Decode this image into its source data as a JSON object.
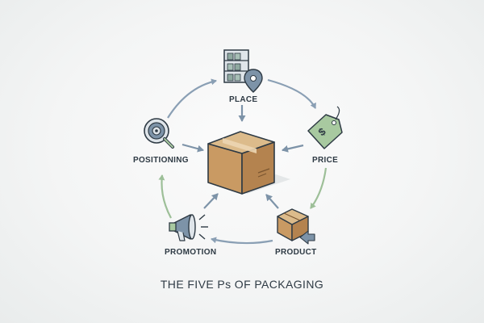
{
  "title": "THE FIVE Ps OF PACKAGING",
  "nodes": {
    "place": "PLACE",
    "price": "PRICE",
    "product": "PRODUCT",
    "promotion": "PROMOTION",
    "positioning": "POSITIONING"
  },
  "colors": {
    "outer_arrow_blue": "#8a9fb4",
    "outer_arrow_green": "#9dbf98",
    "inner_arrow": "#7d93a8",
    "box_light": "#dcbb8b",
    "box_mid": "#c99a63",
    "box_dark": "#a97a48",
    "price_tag": "#a8c9a0",
    "outline": "#2e3a44"
  },
  "icons": [
    "warehouse-shelf-icon",
    "location-pin-icon",
    "price-tag-icon",
    "package-icon",
    "megaphone-icon",
    "magnifier-target-icon"
  ]
}
